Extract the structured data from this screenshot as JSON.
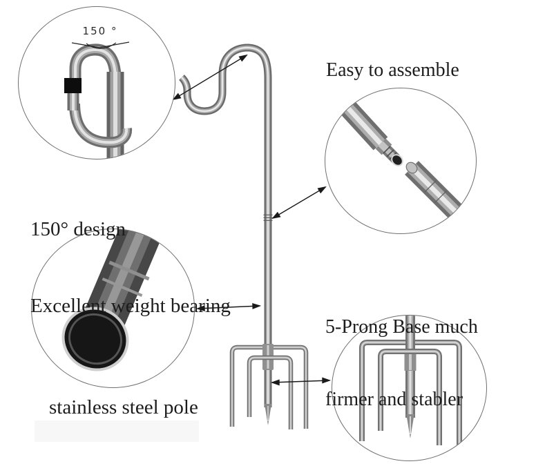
{
  "labels": {
    "hook_angle": "150 °",
    "hook_title": "150° design",
    "hook_subtitle": "Excellent weight bearing",
    "assemble_title": "Easy to assemble",
    "pole_title": "stainless steel pole",
    "base_title_line1": "5-Prong Base much",
    "base_title_line2": "firmer and stabler"
  },
  "colors": {
    "background": "#ffffff",
    "text": "#1c1c1c",
    "arrow": "#1a1a1a",
    "circle_border": "#6f6f6f",
    "metal_dark": "#6a6a6a",
    "metal_mid": "#a9a9a9",
    "metal_light": "#e8e8e8",
    "tube_dark": "#474747",
    "rubber_cap": "#0d0d0d"
  }
}
